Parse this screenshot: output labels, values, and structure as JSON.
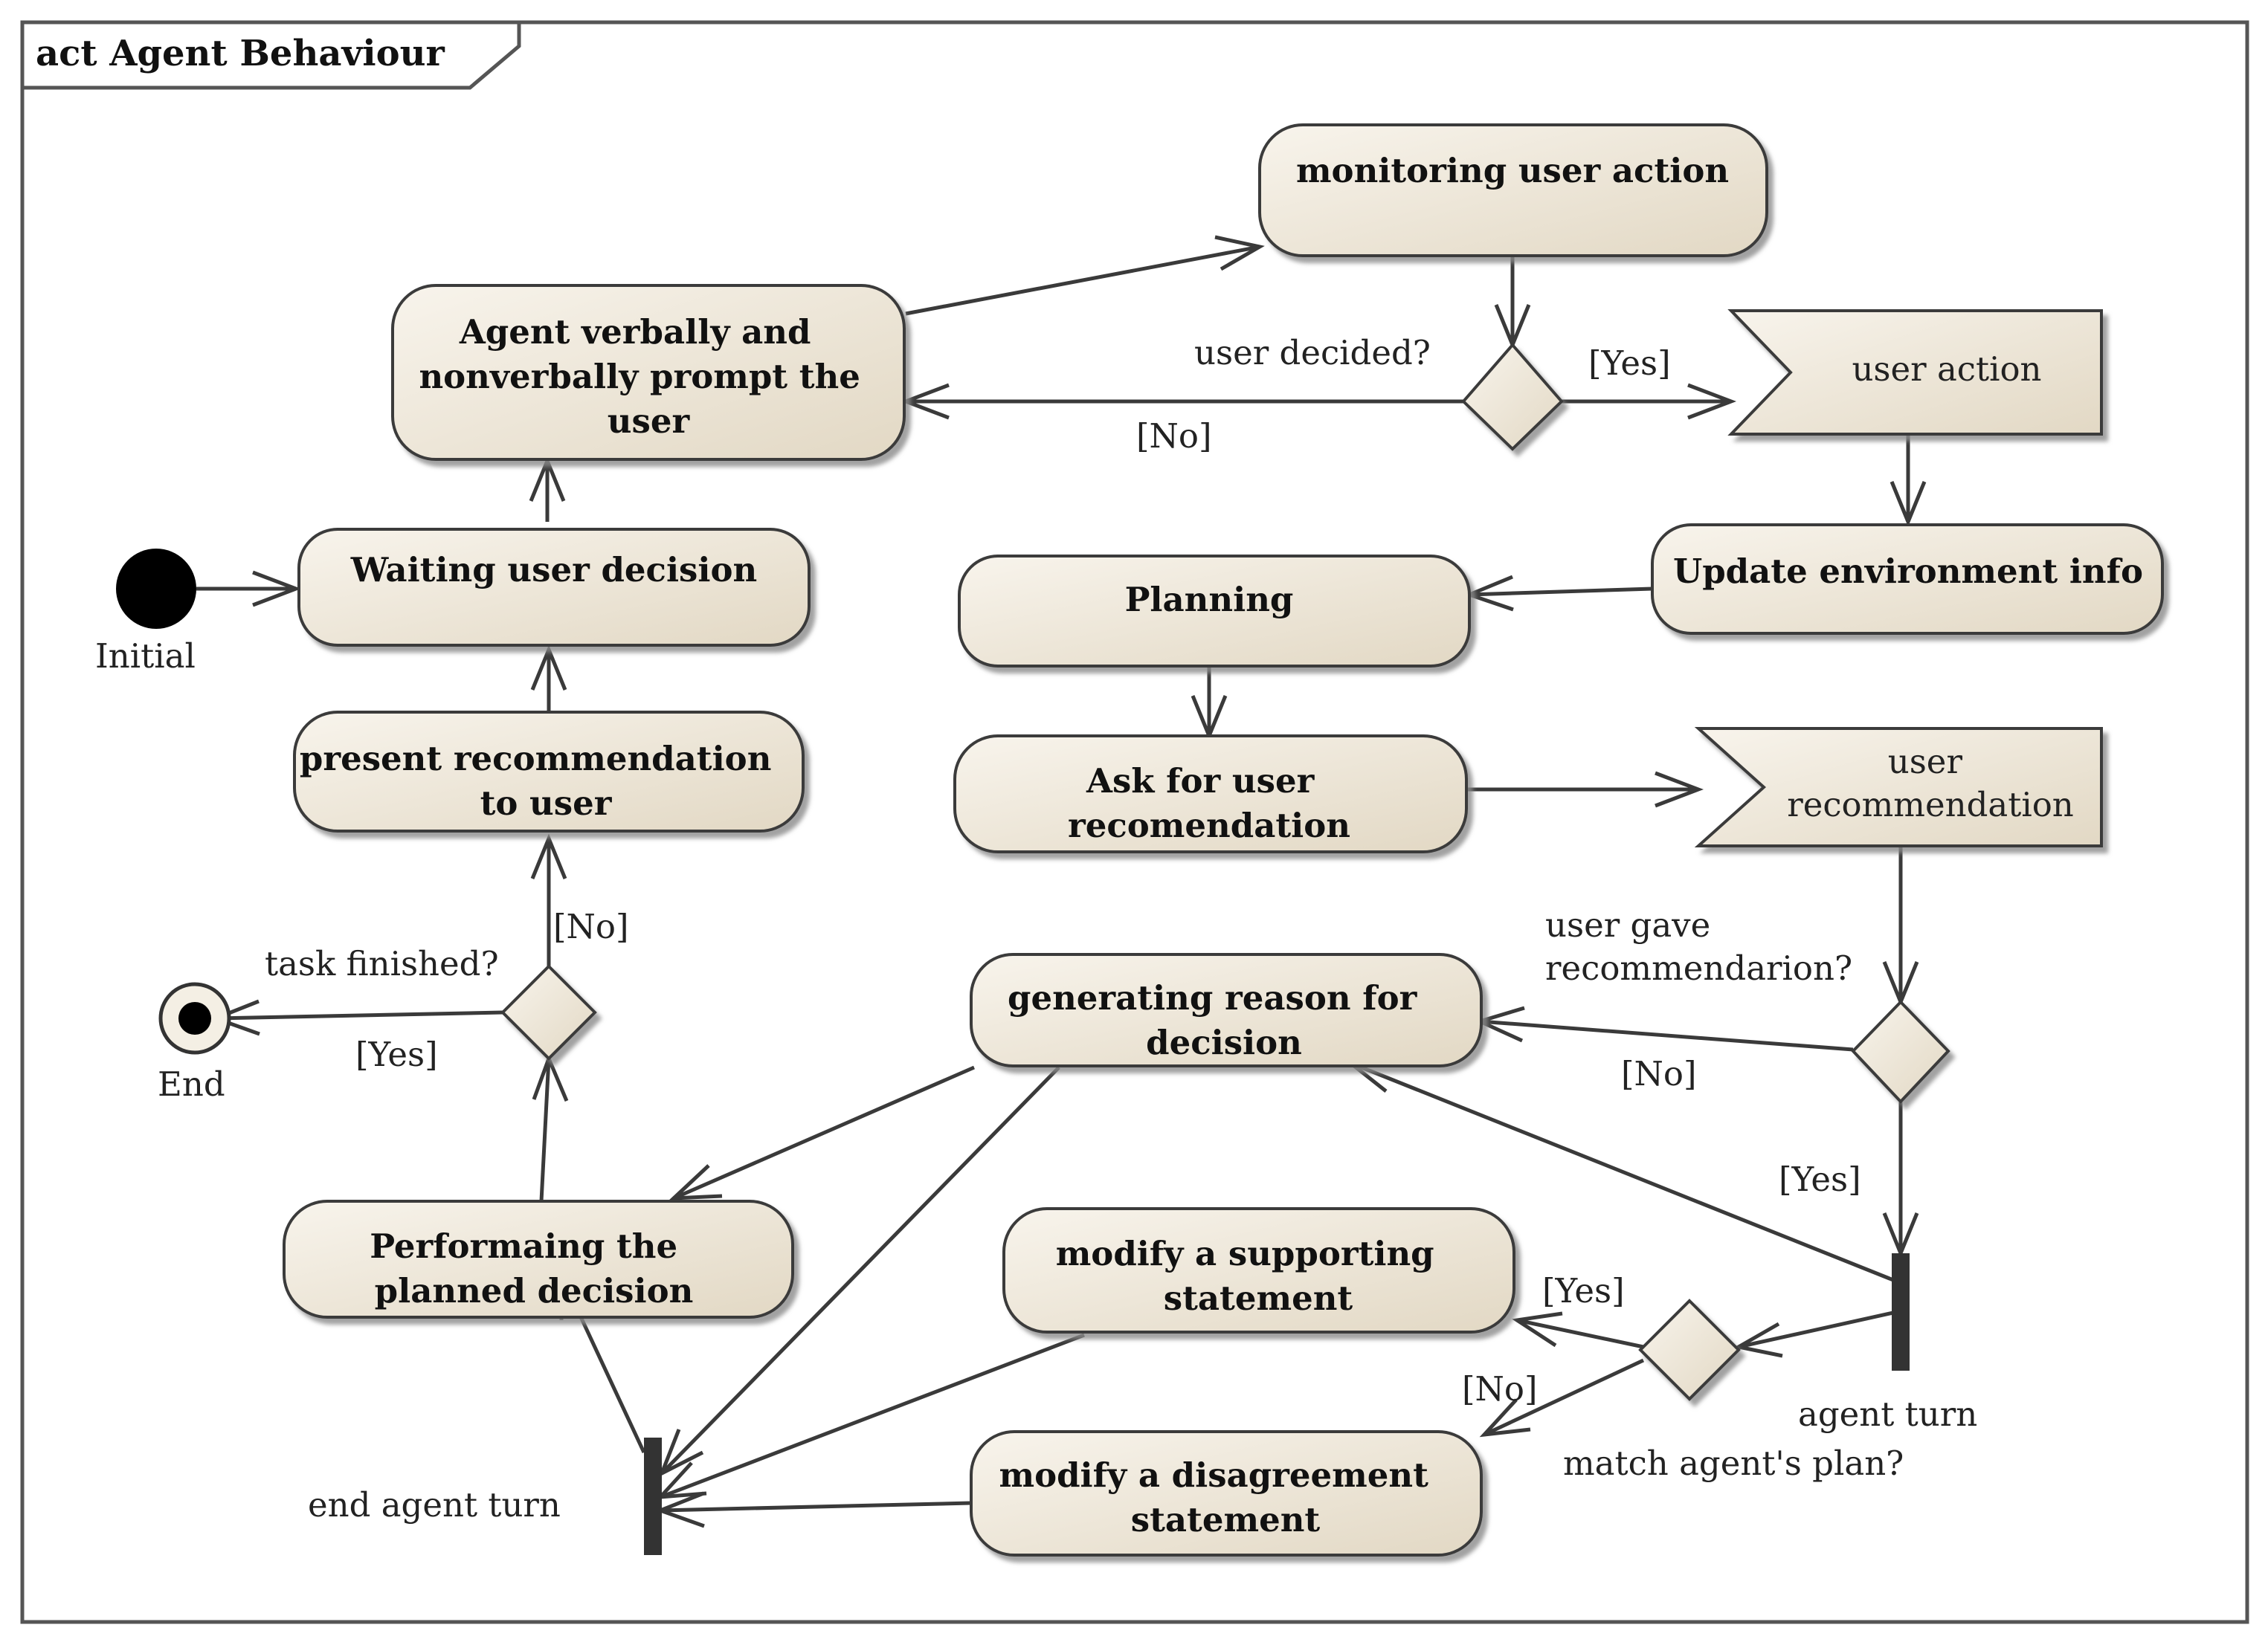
{
  "frame": {
    "title": "act Agent Behaviour"
  },
  "actions": {
    "waiting": [
      "Waiting user decision"
    ],
    "prompt": [
      "Agent verbally and",
      "nonverbally prompt the",
      "user"
    ],
    "monitoring": [
      "monitoring user action"
    ],
    "update_env": [
      "Update environment info"
    ],
    "planning": [
      "Planning"
    ],
    "ask_recommendation": [
      "Ask for user",
      "recomendation"
    ],
    "present_recommendation": [
      "present recommendation",
      "to user"
    ],
    "generating_reason": [
      "generating reason for",
      "decision"
    ],
    "performing": [
      "Performaing the",
      "planned decision"
    ],
    "modify_supporting": [
      "modify a supporting",
      "statement"
    ],
    "modify_disagreement": [
      "modify a disagreement",
      "statement"
    ]
  },
  "signals": {
    "user_action": [
      "user action"
    ],
    "user_recommendation": [
      "user",
      "recommendation"
    ]
  },
  "nodes": {
    "initial": "Initial",
    "end": "End",
    "agent_turn": "agent turn",
    "end_agent_turn": "end agent turn"
  },
  "decisions": {
    "user_decided": "user decided?",
    "task_finished": "task finished?",
    "user_gave": [
      "user gave",
      "recommendarion?"
    ],
    "match_plan": "match agent's plan?"
  },
  "guards": {
    "yes": "[Yes]",
    "no": "[No]"
  },
  "colors": {
    "action_fill_light": "#f8f4ec",
    "action_fill_dark": "#e2d8c4",
    "outline": "#3a3a3a",
    "bar": "#333333"
  }
}
